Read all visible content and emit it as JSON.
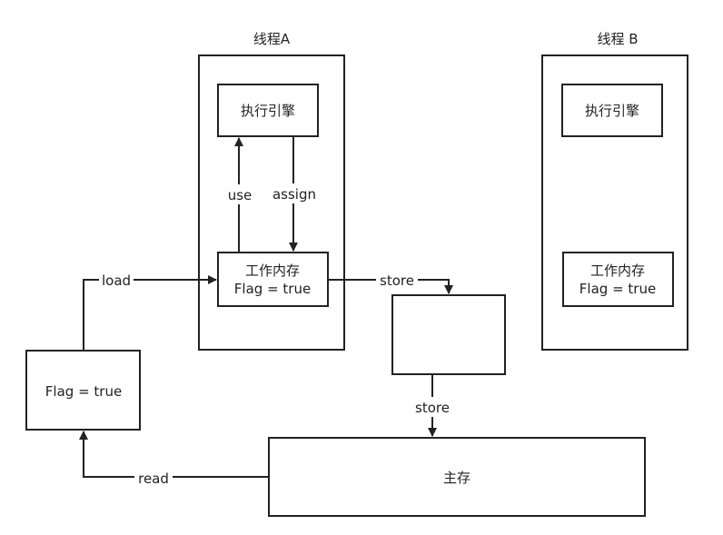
{
  "threads": {
    "a": {
      "title": "线程A",
      "engine": "执行引擎",
      "memory_title": "工作内存",
      "memory_value": "Flag = true"
    },
    "b": {
      "title": "线程 B",
      "engine": "执行引擎",
      "memory_title": "工作内存",
      "memory_value": "Flag = true"
    }
  },
  "left_box": {
    "value": "Flag = true"
  },
  "main_memory": {
    "label": "主存"
  },
  "edges": {
    "use": "use",
    "assign": "assign",
    "load": "load",
    "store1": "store",
    "store2": "store",
    "read": "read"
  },
  "colors": {
    "stroke": "#222222",
    "background": "#ffffff"
  }
}
